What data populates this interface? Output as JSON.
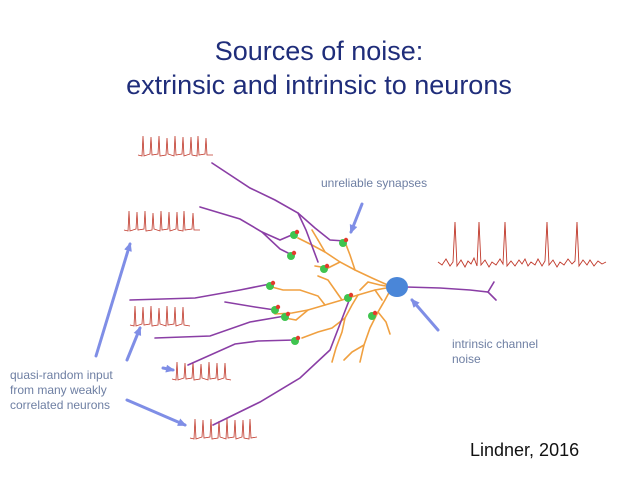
{
  "title": {
    "line1": "Sources of noise:",
    "line2": "extrinsic and intrinsic to neurons"
  },
  "annotations": {
    "synapses": "unreliable synapses",
    "channel": [
      "intrinsic channel",
      "noise"
    ],
    "input": [
      "quasi-random input",
      "from many weakly",
      "correlated neurons"
    ]
  },
  "citation": "Lindner, 2016",
  "colors": {
    "title": "#1f2d7a",
    "axon": "#8a3ea5",
    "dendrite": "#f0a040",
    "soma": "#4a86d8",
    "spike_trace": "#c0392b",
    "arrow": "#7f8ee6",
    "annotation_text": "#6e7fa3",
    "synapse_pre": "#e23b2e",
    "synapse_post": "#3fc44f"
  },
  "icons": [
    "neuron-soma-icon",
    "synapse-dot-icon",
    "spike-trace-icon",
    "arrow-icon"
  ]
}
